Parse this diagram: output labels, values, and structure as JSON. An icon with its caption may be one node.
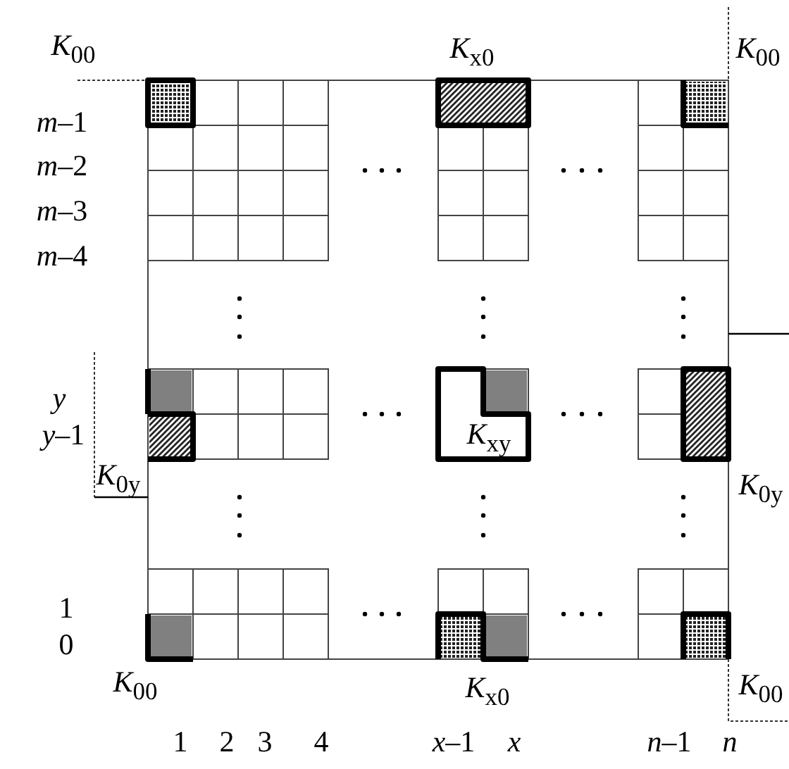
{
  "diagram": {
    "labels": [
      "*K*$_{00}$",
      "*K*$_{x0}$",
      "*K*$_{00}$",
      "*m*–1",
      "*m*–2",
      "*m*–3",
      "*m*–4",
      "*y*",
      "*y*–1",
      "*K*$_{0y}$",
      "*K*$_{xy}$",
      "*K*$_{0y}$",
      "1",
      "0",
      "*K*$_{00}$",
      "*K*$_{x0}$",
      "*K*$_{00}$",
      "1",
      "2",
      "3",
      "4",
      "*x*–1",
      "*x*",
      "*n*–1",
      "*n*"
    ]
  }
}
